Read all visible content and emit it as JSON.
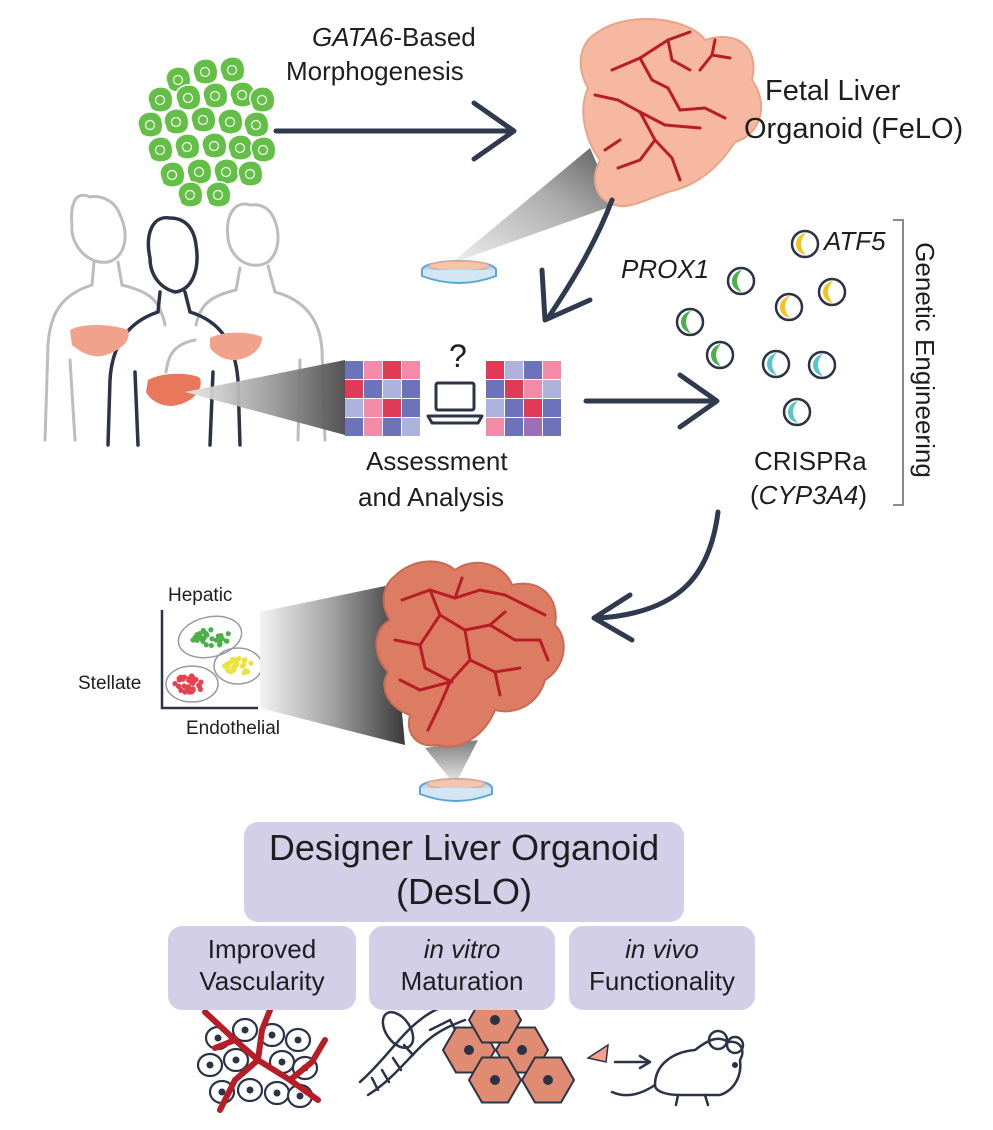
{
  "top": {
    "morphogenesis_gene": "GATA6",
    "morphogenesis_suffix": "-Based",
    "morphogenesis_line2": "Morphogenesis",
    "felo_line1": "Fetal Liver",
    "felo_line2": "Organoid (FeLO)"
  },
  "analysis": {
    "question_mark": "?",
    "line1": "Assessment",
    "line2": "and Analysis"
  },
  "genetic": {
    "side_label": "Genetic Engineering",
    "prox1": "PROX1",
    "atf5": "ATF5",
    "crispra": "CRISPRa",
    "paren_open": "(",
    "cyp3a4": "CYP3A4",
    "paren_close": ")"
  },
  "scatter": {
    "ylabel": "Hepatic",
    "mid_label": "Stellate",
    "xlabel": "Endothelial"
  },
  "deslo": {
    "line1": "Designer Liver Organoid",
    "line2": "(DesLO)"
  },
  "outcomes": [
    {
      "line1": "Improved",
      "line2": "Vascularity"
    },
    {
      "line1": "in vitro",
      "line2": "Maturation"
    },
    {
      "line1": "in vivo",
      "line2": "Functionality"
    }
  ],
  "colors": {
    "arrow": "#2f3a4f",
    "organoid_light": "#f6b8a0",
    "organoid_dark": "#dc7d63",
    "vessel": "#b81d27",
    "cell_green": "#63bf46",
    "box_fill": "#d4cfe9",
    "heat_red": "#e03a57",
    "heat_blue": "#6d73bb",
    "body_outline_light": "#b9b9b9",
    "body_outline_dark": "#2b3447",
    "liver": "#ef8a6a"
  },
  "icons": [
    "cell-cluster-icon",
    "human-silhouette-icon",
    "liver-icon",
    "petri-dish-icon",
    "laptop-icon",
    "heatmap-icon",
    "bead-icon",
    "dna-icon",
    "hexagon-cell-icon",
    "mouse-icon",
    "vessel-network-icon"
  ]
}
